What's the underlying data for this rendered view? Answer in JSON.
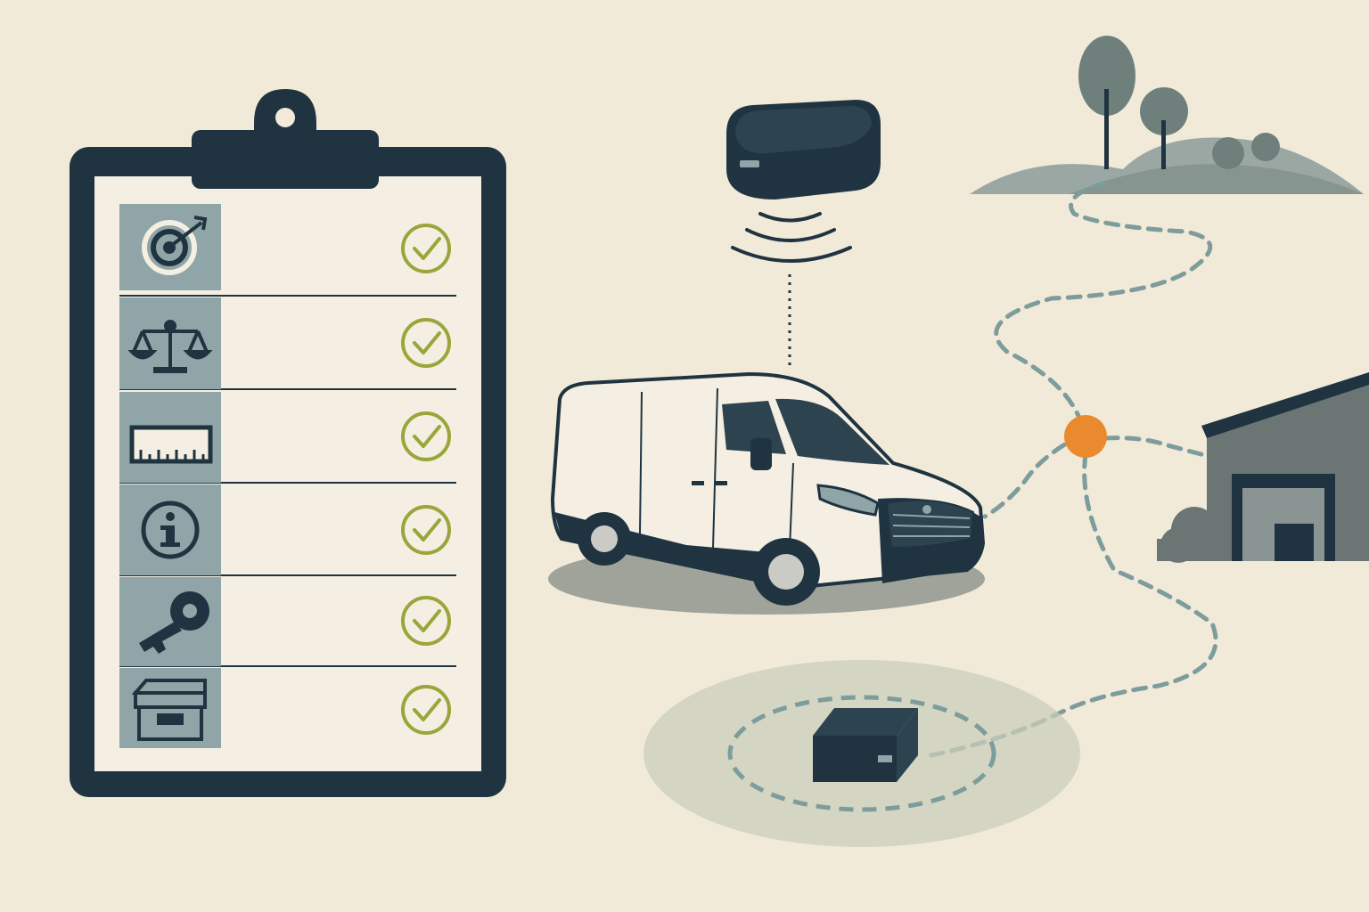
{
  "palette": {
    "background": "#f1ead9",
    "navy": "#1f3440",
    "slate": "#8fa5a7",
    "paper": "#f4efe2",
    "olive": "#9aa53a",
    "orange": "#e98a2e",
    "route": "#7d9c9c",
    "hill": "#9aa7a3",
    "tree": "#6f807c",
    "barn": "#6b7674"
  },
  "checklist": {
    "items": [
      {
        "icon": "target-icon",
        "checked": true
      },
      {
        "icon": "scales-icon",
        "checked": true
      },
      {
        "icon": "ruler-icon",
        "checked": true
      },
      {
        "icon": "info-icon",
        "checked": true
      },
      {
        "icon": "key-icon",
        "checked": true
      },
      {
        "icon": "archive-box-icon",
        "checked": true
      }
    ]
  },
  "scene": {
    "tracker": "gps-tracker-device",
    "vehicle": "delivery-van",
    "waypoint": "location-marker",
    "destination": "warehouse-building",
    "origin": "countryside-hills",
    "geofence": "geofence-zone"
  }
}
